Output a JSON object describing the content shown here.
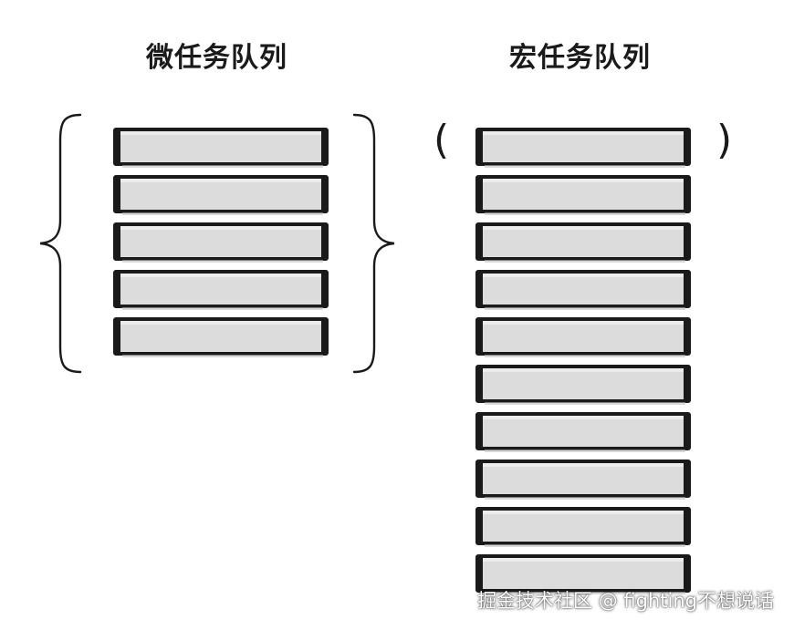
{
  "micro_queue": {
    "title": "微任务队列",
    "slot_count": 5
  },
  "macro_queue": {
    "title": "宏任务队列",
    "slot_count": 10
  },
  "symbols": {
    "paren_open": "(",
    "paren_close": ")"
  },
  "watermark": "掘金技术社区 @ fighting不想说话",
  "colors": {
    "slot_fill": "#dcdcdc",
    "slot_border": "#1a1a1a",
    "text": "#1a1a1a"
  }
}
